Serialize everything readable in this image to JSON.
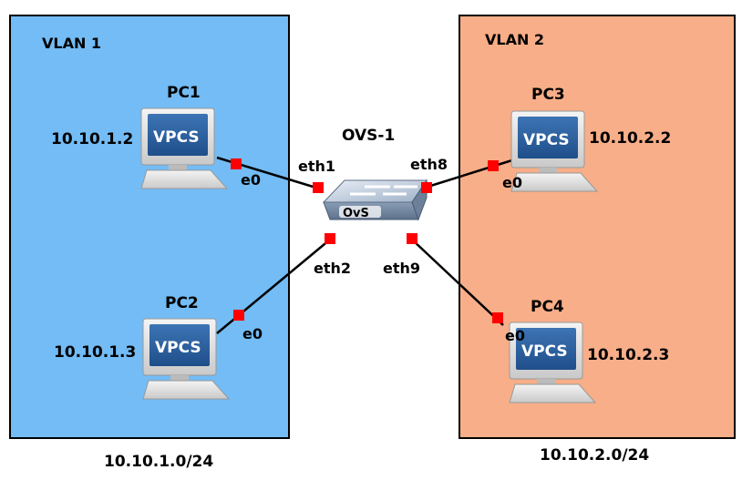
{
  "vlans": [
    {
      "label": "VLAN 1",
      "network": "10.10.1.0/24",
      "color": "#73bcf5"
    },
    {
      "label": "VLAN 2",
      "network": "10.10.2.0/24",
      "color": "#f8ae88"
    }
  ],
  "switch": {
    "name": "OVS-1",
    "badge": "OvS"
  },
  "pcs": [
    {
      "name": "PC1",
      "ip": "10.10.1.2",
      "screen_label": "VPCS",
      "port": "e0"
    },
    {
      "name": "PC2",
      "ip": "10.10.1.3",
      "screen_label": "VPCS",
      "port": "e0"
    },
    {
      "name": "PC3",
      "ip": "10.10.2.2",
      "screen_label": "VPCS",
      "port": "e0"
    },
    {
      "name": "PC4",
      "ip": "10.10.2.3",
      "screen_label": "VPCS",
      "port": "e0"
    }
  ],
  "switch_ports": [
    "eth1",
    "eth2",
    "eth8",
    "eth9"
  ],
  "colors": {
    "link_endpoint": "#ff0000",
    "screen": "#2b5f9e"
  }
}
